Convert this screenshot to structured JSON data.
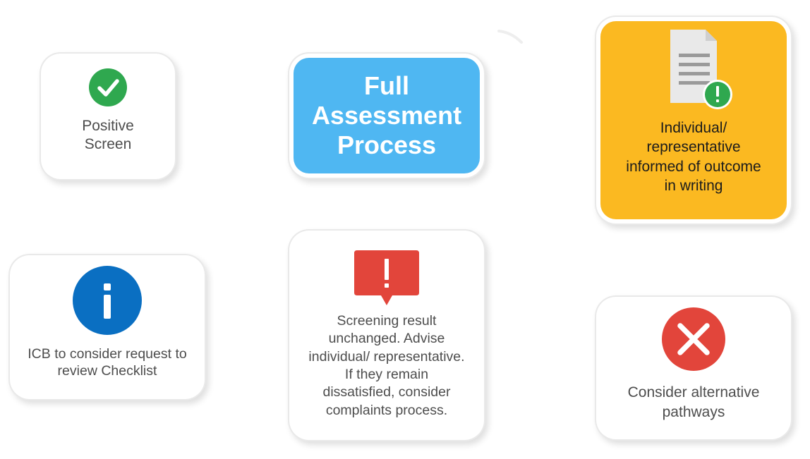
{
  "cards": {
    "positive_screen": {
      "label": "Positive\nScreen",
      "icon": "check-circle-icon"
    },
    "full_assessment": {
      "label": "Full\nAssessment\nProcess"
    },
    "informed_outcome": {
      "label": "Individual/\nrepresentative\ninformed of outcome\nin writing",
      "icon": "document-alert-icon"
    },
    "icb_review": {
      "label": "ICB to consider request to\nreview Checklist",
      "icon": "info-circle-icon"
    },
    "screening_unchanged": {
      "label": "Screening result\nunchanged. Advise\nindividual/ representative.\nIf they remain\ndissatisfied, consider\ncomplaints process.",
      "icon": "alert-speech-bubble-icon"
    },
    "alternative_pathways": {
      "label": "Consider alternative\npathways",
      "icon": "x-circle-icon"
    }
  },
  "colors": {
    "accent_blue": "#4fb7f2",
    "accent_amber": "#fbb921",
    "success_green": "#2fa84f",
    "info_blue": "#0a6fc2",
    "alert_red": "#e2453b",
    "text_gray": "#4d4d4d"
  }
}
